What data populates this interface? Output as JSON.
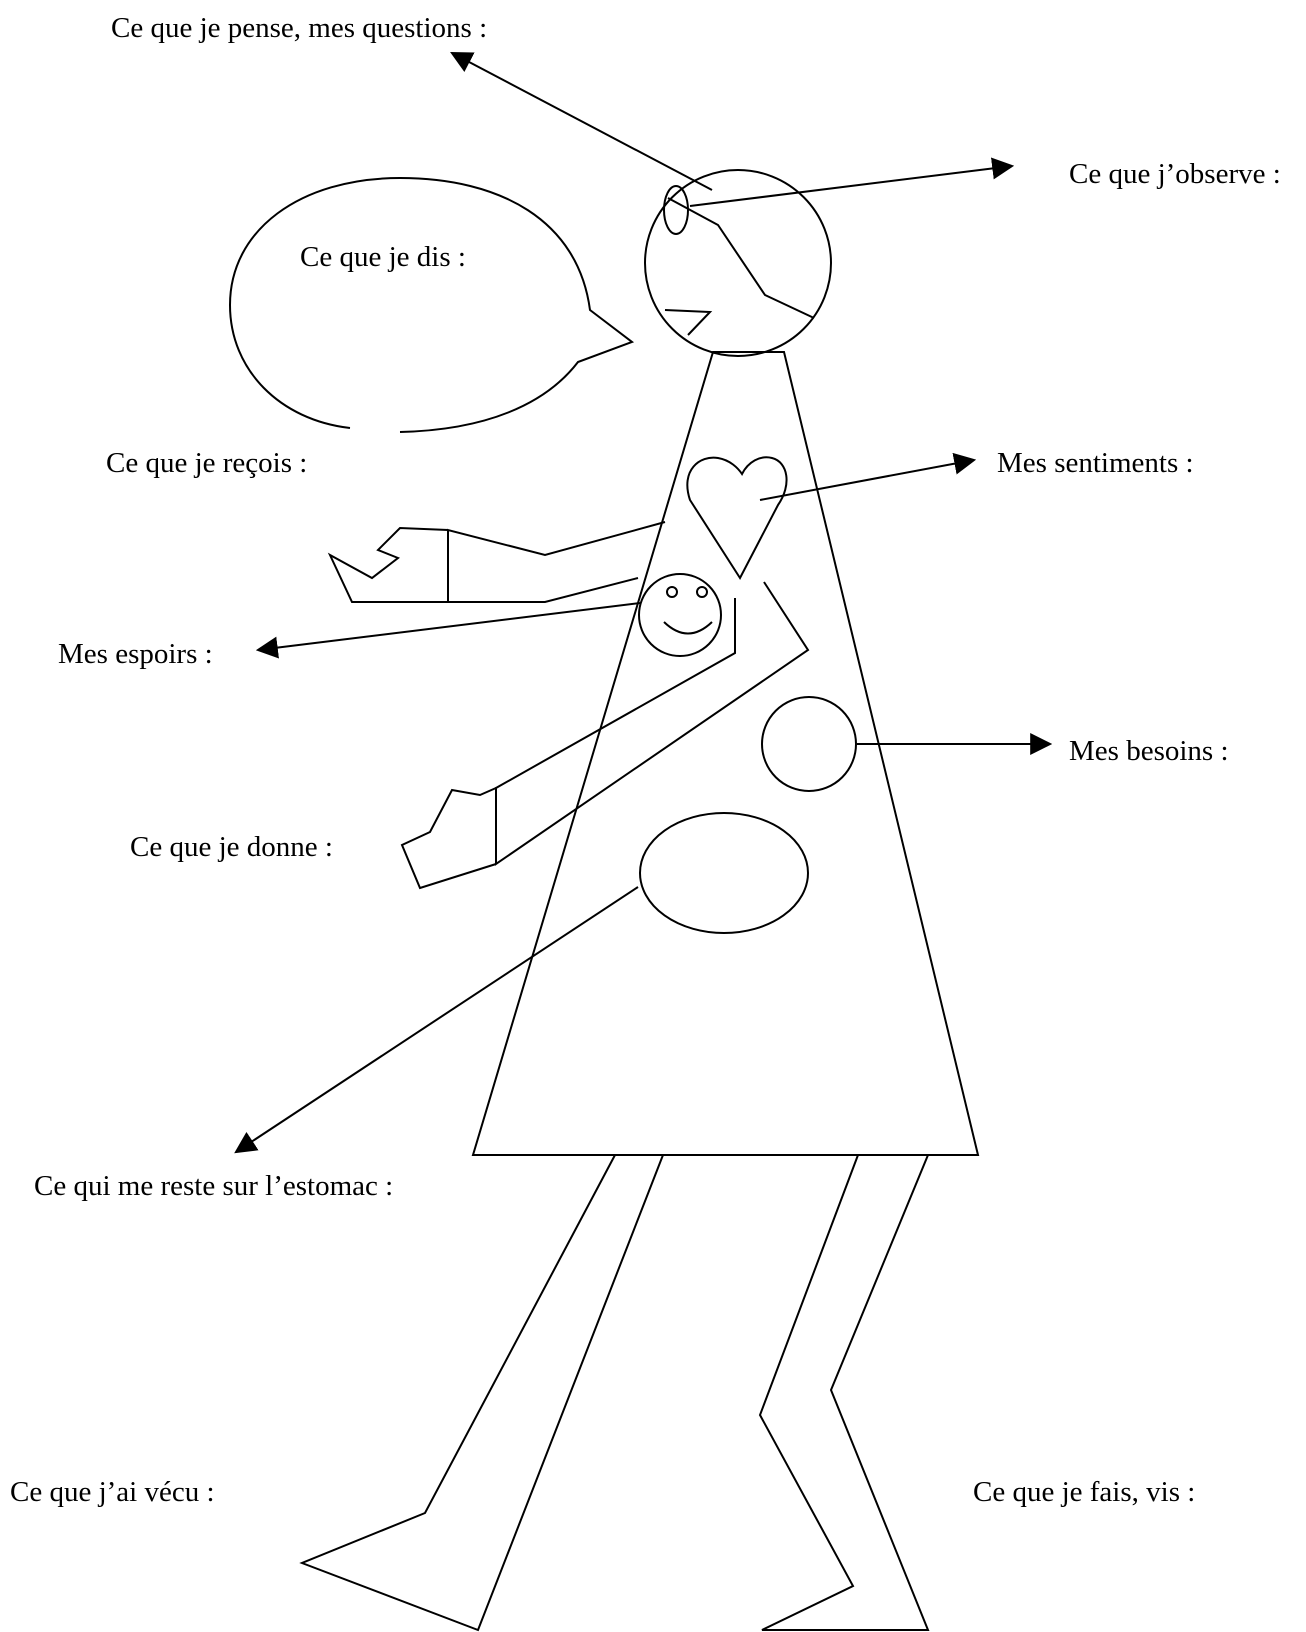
{
  "labels": {
    "thoughts": "Ce que je pense, mes questions :",
    "observe": "Ce que j’observe :",
    "say": "Ce que je dis :",
    "receive": "Ce que je reçois :",
    "feelings": "Mes sentiments :",
    "hopes": "Mes espoirs :",
    "needs": "Mes besoins :",
    "give": "Ce que je donne :",
    "stomach": "Ce qui me reste sur l’estomac :",
    "lived": "Ce que j’ai vécu :",
    "doing": "Ce que je fais, vis :"
  },
  "colors": {
    "ink": "#000000",
    "background": "#ffffff"
  }
}
